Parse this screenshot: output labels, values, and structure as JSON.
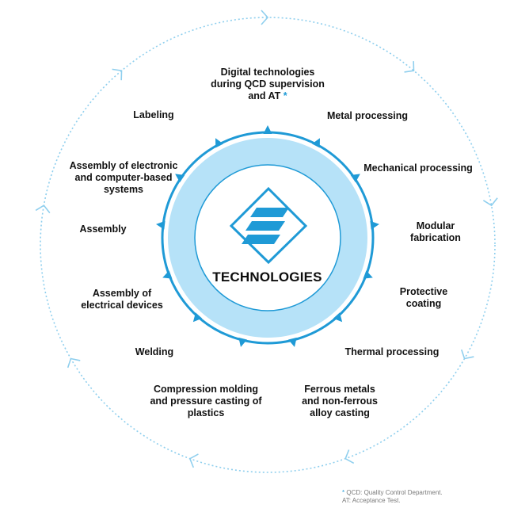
{
  "center": {
    "title": "TECHNOLOGIES"
  },
  "labels": [
    {
      "text": "Digital technologies\nduring QCD supervision\nand AT",
      "star": "*"
    },
    {
      "text": "Metal processing"
    },
    {
      "text": "Mechanical processing"
    },
    {
      "text": "Modular\nfabrication"
    },
    {
      "text": "Protective\ncoating"
    },
    {
      "text": "Thermal processing"
    },
    {
      "text": "Ferrous metals\nand non-ferrous\nalloy casting"
    },
    {
      "text": "Compression molding\nand pressure casting of\nplastics"
    },
    {
      "text": "Welding"
    },
    {
      "text": "Assembly of\nelectrical devices"
    },
    {
      "text": "Assembly"
    },
    {
      "text": "Assembly of electronic\nand computer-based\nsystems"
    },
    {
      "text": "Labeling"
    }
  ],
  "footnote": {
    "star": "*",
    "line1": "QCD: Quality Control Department.",
    "line2": "AT: Acceptance Test."
  },
  "colors": {
    "accent": "#1f9ad6",
    "ring_fill": "#b6e2f8",
    "dotted": "#8fcfee"
  }
}
